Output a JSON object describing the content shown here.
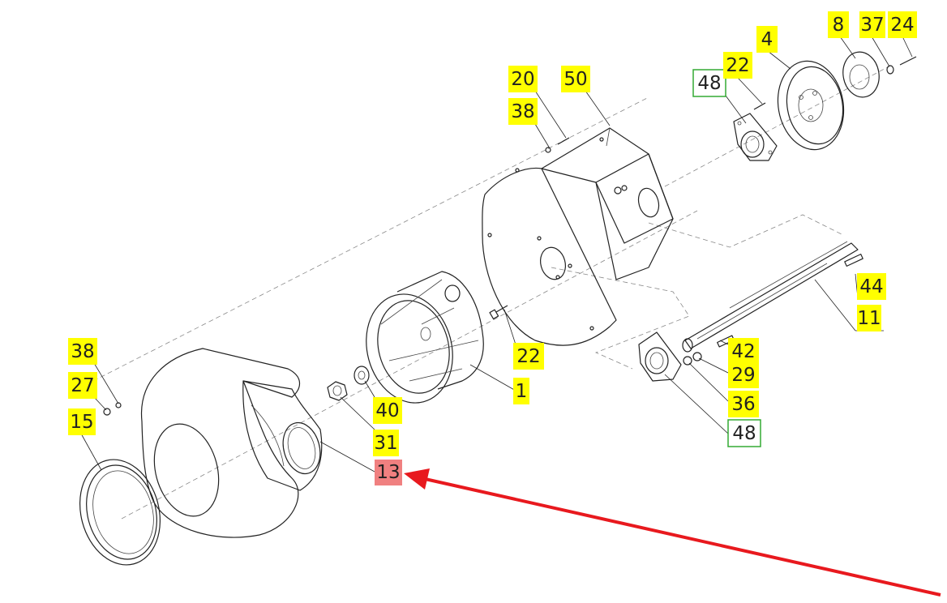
{
  "colors": {
    "yellow": "#ffff00",
    "green": "#33aa33",
    "red_fill": "#f08080",
    "arrow": "#e8191e"
  },
  "labels": {
    "l8": "8",
    "l37": "37",
    "l24": "24",
    "l4": "4",
    "l20": "20",
    "l50": "50",
    "l48a": "48",
    "l22a": "22",
    "l38a": "38",
    "l44": "44",
    "l11": "11",
    "l38b": "38",
    "l27": "27",
    "l15": "15",
    "l22b": "22",
    "l1": "1",
    "l40": "40",
    "l31": "31",
    "l13": "13",
    "l42": "42",
    "l29": "29",
    "l36": "36",
    "l48b": "48"
  }
}
